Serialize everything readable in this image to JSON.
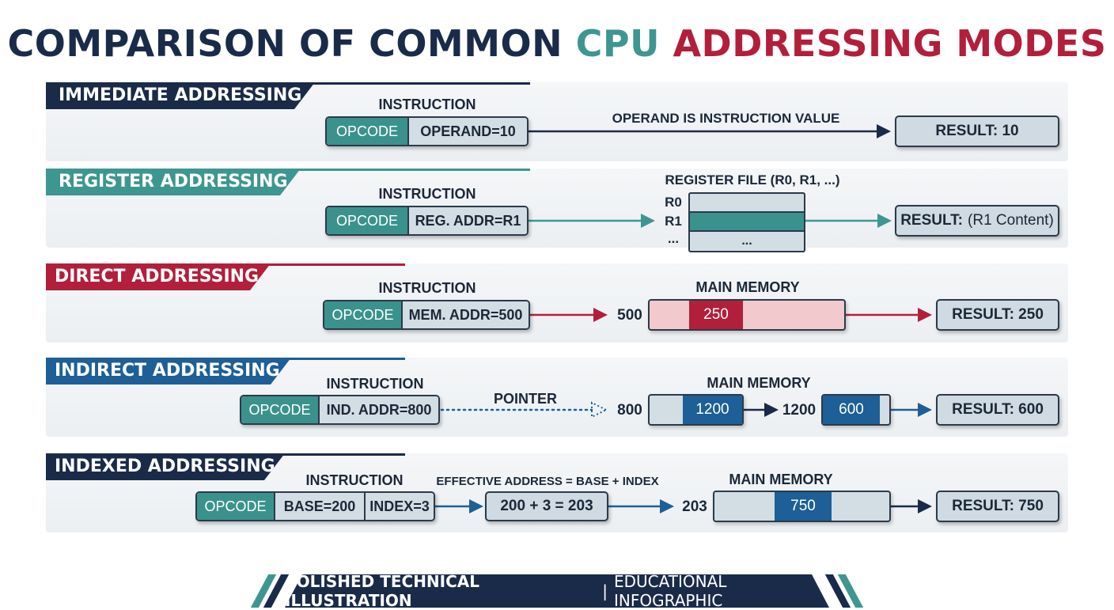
{
  "title": {
    "part1": "COMPARISON OF COMMON",
    "part2": "CPU",
    "part3": "ADDRESSING MODES"
  },
  "colors": {
    "navy": "#1a2b49",
    "teal": "#3e9690",
    "red": "#b21f3b",
    "blue": "#1d5f96"
  },
  "immediate": {
    "banner": "IMMEDIATE ADDRESSING",
    "instr_label": "INSTRUCTION",
    "opcode": "OPCODE",
    "operand": "OPERAND=10",
    "arrow_label": "OPERAND IS INSTRUCTION VALUE",
    "result": "RESULT: 10"
  },
  "register": {
    "banner": "REGISTER ADDRESSING",
    "instr_label": "INSTRUCTION",
    "opcode": "OPCODE",
    "operand": "REG. ADDR=R1",
    "file_label": "REGISTER FILE (R0, R1, ...)",
    "row_labels": [
      "R0",
      "R1",
      "..."
    ],
    "row3_text": "...",
    "result_prefix": "RESULT:",
    "result_value": "(R1 Content)"
  },
  "direct": {
    "banner": "DIRECT ADDRESSING",
    "instr_label": "INSTRUCTION",
    "opcode": "OPCODE",
    "operand": "MEM. ADDR=500",
    "address": "500",
    "memory_label": "MAIN MEMORY",
    "cell_value": "250",
    "result": "RESULT: 250"
  },
  "indirect": {
    "banner": "INDIRECT ADDRESSING",
    "instr_label": "INSTRUCTION",
    "opcode": "OPCODE",
    "operand": "IND. ADDR=800",
    "pointer_label": "POINTER",
    "address1": "800",
    "memory_label": "MAIN MEMORY",
    "cell1_value": "1200",
    "address2": "1200",
    "cell2_value": "600",
    "result": "RESULT: 600"
  },
  "indexed": {
    "banner": "INDEXED ADDRESSING",
    "instr_label": "INSTRUCTION",
    "opcode": "OPCODE",
    "base": "BASE=200",
    "index": "INDEX=3",
    "ea_label": "EFFECTIVE ADDRESS = BASE + INDEX",
    "calc": "200 + 3 = 203",
    "address": "203",
    "memory_label": "MAIN MEMORY",
    "cell_value": "750",
    "result": "RESULT: 750"
  },
  "footer": {
    "bold": "POLISHED TECHNICAL ILLUSTRATION",
    "separator": "|",
    "normal": "EDUCATIONAL INFOGRAPHIC"
  }
}
